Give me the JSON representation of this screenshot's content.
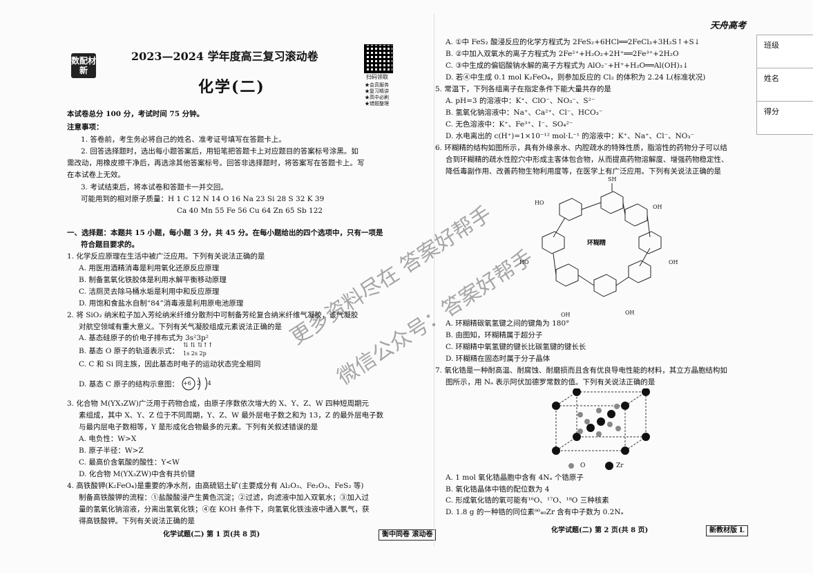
{
  "left": {
    "logo_text": "数配材新",
    "qr_caption": "扫码领取",
    "qr_list": [
      "★会员服务",
      "★复习精讲",
      "★高中必刷",
      "★错题整理"
    ],
    "title": "2023—2024 学年度高三复习滚动卷",
    "subtitle": "化学(二)",
    "total": "本试卷总分 100 分，考试时间 75 分钟。",
    "notes_title": "注意事项：",
    "note1": "1. 答卷前，考生务必将自己的姓名、准考证号填写在答题卡上。",
    "note2a": "2. 回答选择题时，选出每小题答案后，用铅笔把答题卡上对应题目的答案标号涂黑。如",
    "note2b": "需改动，用橡皮擦干净后，再选涂其他答案标号。回答非选择题时，将答案写在答题卡上。写",
    "note2c": "在本试卷上无效。",
    "note3": "3. 考试结束后，将本试卷和答题卡一并交回。",
    "mass1": "可能用到的相对原子质量：H 1   C 12   N 14   O 16   Na 23   Si 28   S 32   K 39",
    "mass2": "Ca 40   Mn 55   Fe 56   Cu 64   Zn 65   Sb 122",
    "section_a": "一、选择题：本题共 15 小题，每小题 3 分，共 45 分。在每小题给出的四个选项中，只有一项是",
    "section_b": "符合题目要求的。",
    "q1": "1. 化学反应原理在生活中被广泛应用。下列有关说法正确的是",
    "q1A": "A. 用医用酒精消毒是利用氧化还原反应原理",
    "q1B": "B. 制备氢氧化铁胶体是利用水解平衡移动原理",
    "q1C": "C. 洁厕灵去除马桶水垢是利用中和反应原理",
    "q1D": "D. 用饱和食盐水自制“84”消毒液是利用原电池原理",
    "q2a": "2. 将 SiO₂ 纳米粒子加入芳纶纳米纤维分散剂中可制备芳纶复合纳米纤维气凝胶，该气凝胶",
    "q2b": "对航空领域有重大意义。下列有关气凝胶组成元素说法正确的是",
    "q2A": "A. 基态硅原子的价电子排布式为 3s²3p²",
    "q2B": "B. 基态 O 原子的轨道表示式：",
    "q2B_orb": "⇅ ⇅ ⇅↑↑",
    "q2B_sub": "1s  2s    2p",
    "q2C": "C. C 和 Si 同主族，因此基态时电子的运动状态完全相同",
    "q2D": "D. 基态 C 原子的结构示意图：",
    "q2D_core": "+6",
    "q2D_shell": "2 4",
    "q3a": "3. 化合物 M(YX₃ZW)广泛用于药物合成，由原子序数依次增大的 X、Y、Z、W 四种短周期元",
    "q3b": "素组成，其中 X、Y、Z 位于不同周期，Y、Z、W 最外层电子数之和为 13，Z 的最外层电子数",
    "q3c": "与最内层电子数相等，Y 是形成化合物最多的元素。下列有关叙述错误的是",
    "q3A": "A. 电负性：W>X",
    "q3B": "B. 原子半径：W>Z",
    "q3C": "C. 最高价含氧酸的酸性：Y<W",
    "q3D": "D. 化合物 M(YX₃ZW)中含有共价键",
    "q4a": "4. 高铁酸钾(K₂FeO₄)是重要的净水剂，由高硫铝土矿(主要成分有 Al₂O₃、Fe₂O₃、FeS₂ 等)",
    "q4b": "制备高铁酸钾的流程：①盐酸酸浸产生黄色沉淀；②过滤，向滤液中加入双氧水；③加入过",
    "q4c": "量的氢氧化钠溶液，分离出氢氧化铁；④在 KOH 条件下，向氢氧化铁浊液中通入氯气，获",
    "q4d": "得高铁酸钾。下列有关说法正确的是",
    "footer": "化学试题(二)   第 1 页(共 8 页)",
    "footer_box": "衡中同卷  滚动卷"
  },
  "right": {
    "brand": "天舟高考",
    "q4A": "A. ①中 FeS₂ 酸浸反应的化学方程式为 2FeS₂+6HCl══2FeCl₃+3H₂S↑+S↓",
    "q4B": "B. ②中加入双氧水的离子方程式为 2Fe²⁺+H₂O₂+2H⁺══2Fe³⁺+2H₂O",
    "q4C": "C. ③中生成的偏铝酸钠水解的离子方程式为 AlO₂⁻+H⁺+H₂O══Al(OH)₃↓",
    "q4D": "D. 若④中生成 0.1 mol K₂FeO₄，则参加反应的 Cl₂ 的体积为 2.24 L(标准状况)",
    "q5": "5. 常温下，下列各组离子在指定条件下能大量共存的是",
    "q5A": "A. pH=3 的溶液中：K⁺、ClO⁻、NO₃⁻、S²⁻",
    "q5B": "B. 氢氧化钠溶液中：Na⁺、Ca²⁺、Cl⁻、HCO₃⁻",
    "q5C": "C. 无色溶液中：K⁺、Fe³⁺、I⁻、SO₄²⁻",
    "q5D": "D. 水电离出的 c(H⁺)=1×10⁻¹² mol·L⁻¹ 的溶液中：K⁺、Na⁺、Cl⁻、NO₃⁻",
    "q6a": "6. 环糊精的结构如图所示，具有外缘亲水、内腔疏水的特殊性质，脂溶性的药物分子可以结",
    "q6b": "合到环糊精的疏水性腔穴中形成主客体包合物，从而提高药物溶解度、增强药物稳定性、",
    "q6c": "降低毒副作用、改善药物生物利用度等，在医学上有广泛应用。下列有关说法正确的是",
    "ring_label": "环糊精",
    "sh_label": "SH",
    "oh_label": "OH",
    "ho_label": "HO",
    "q6A": "A. 环糊精碳氧氢键之间的键角为 180°",
    "q6B": "B. 由图知，环糊精属于超分子",
    "q6C": "C. 环糊精中氧氢键的键长比碳氢键的键长长",
    "q6D": "D. 环糊精在固态时属于分子晶体",
    "q7a": "7. 氧化锆是一种耐高温、耐腐蚀、耐磨损而且含有优良导电性能的材料，其立方晶胞结构如",
    "q7b": "图所示，用 Nₐ 表示阿伏加德罗常数的值。下列有关说法正确的是",
    "legend_o": "O",
    "legend_zr": "Zr",
    "q7A": "A. 1 mol 氧化锆晶胞中含有 4Nₐ 个锆原子",
    "q7B": "B. 氧化锆晶体中锆的配位数为 4",
    "q7C": "C. 形成氧化锆的氧可能有¹⁶O、¹⁷O、¹⁸O 三种核素",
    "q7D": "D. 1.8 g 的一种锆的同位素⁹⁰₄₀Zr 含有中子数为 0.2Nₐ",
    "footer": "化学试题(二)   第 2 页(共 8 页)",
    "footer_box": "新教材版 L"
  },
  "side": {
    "class_label": "班级",
    "name_label": "姓名",
    "score_label": "得分"
  },
  "watermarks": {
    "w1": "更多资料尽在 答案好帮手",
    "w2": "微信公众号：答案好帮手"
  }
}
